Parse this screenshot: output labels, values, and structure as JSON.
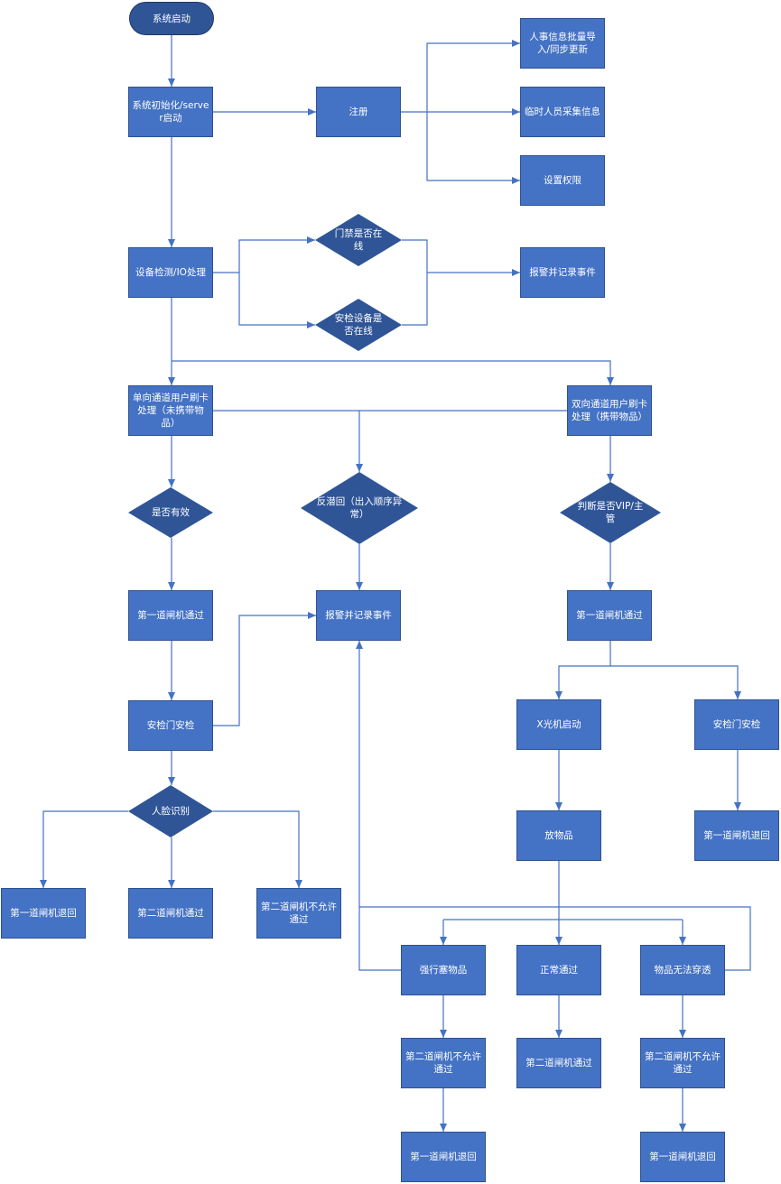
{
  "nodes": {
    "start": "系统启动",
    "init": "系统初始化/server启动",
    "register": "注册",
    "hr_import": "人事信息批量导入/同步更新",
    "temp_collect": "临时人员采集信息",
    "set_perm": "设置权限",
    "device_check": "设备检测/IO处理",
    "door_online": "门禁是否在线",
    "sec_online": "安检设备是否在线",
    "alarm_top": "报警并记录事件",
    "one_way": "单向通道用户刷卡处理（未携带物品）",
    "two_way": "双向通道用户刷卡处理（携带物品）",
    "valid": "是否有效",
    "antipassback": "反潜回（出入顺序异常）",
    "vip": "判断是否VIP/主管",
    "gate1_pass_left": "第一道闸机通过",
    "alarm_mid": "报警并记录事件",
    "gate1_pass_right": "第一道闸机通过",
    "secdoor_left": "安检门安检",
    "xray": "X光机启动",
    "secdoor_right": "安检门安检",
    "face": "人脸识别",
    "put_items": "放物品",
    "gate1_return_right": "第一道闸机退回",
    "gate1_return_left": "第一道闸机退回",
    "gate2_pass_left": "第二道闸机通过",
    "gate2_deny_left": "第二道闸机不允许通过",
    "force_items": "强行塞物品",
    "normal_pass": "正常通过",
    "cannot_penetrate": "物品无法穿透",
    "gate2_deny_force": "第二道闸机不允许通过",
    "gate2_pass_normal": "第二道闸机通过",
    "gate2_deny_pen": "第二道闸机不允许通过",
    "gate1_return_force": "第一道闸机退回",
    "gate1_return_pen": "第一道闸机退回"
  },
  "colors": {
    "rect_fill": "#4472c4",
    "decision_fill": "#2f5597",
    "connector": "#4472c4"
  }
}
